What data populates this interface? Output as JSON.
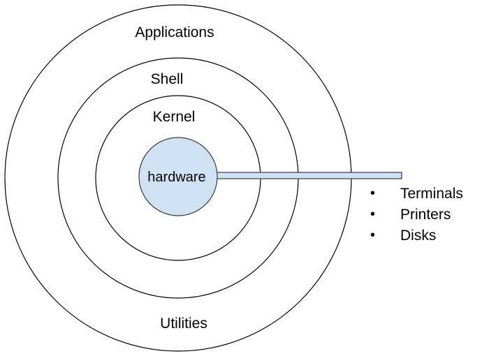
{
  "diagram": {
    "layers": {
      "applications": "Applications",
      "shell": "Shell",
      "kernel": "Kernel",
      "hardware": "hardware",
      "utilities": "Utilities"
    },
    "devices": [
      "Terminals",
      "Printers",
      "Disks"
    ],
    "bullet": "•",
    "colors": {
      "core_fill": "#cfe2f3",
      "outline": "#000000",
      "background": "#ffffff"
    }
  }
}
